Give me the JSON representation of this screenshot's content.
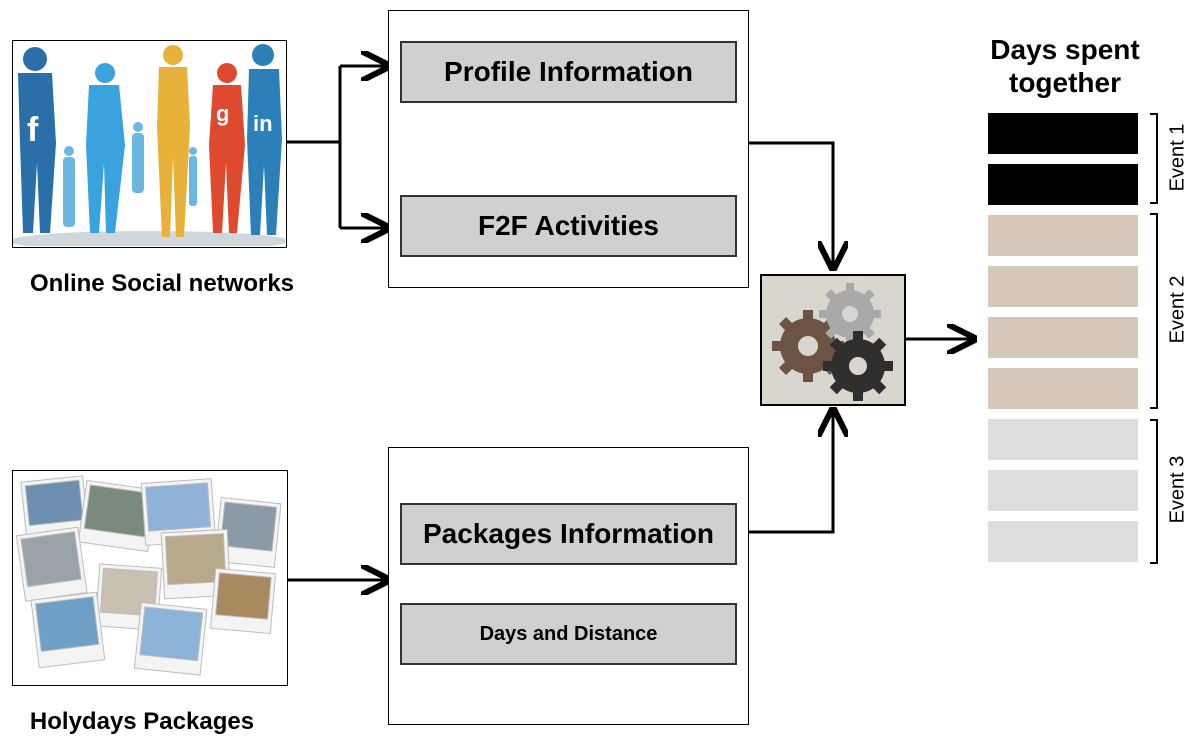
{
  "sources": {
    "social": {
      "caption": "Online Social networks",
      "icon": "social-network-people-image"
    },
    "holidays": {
      "caption": "Holydays Packages",
      "icon": "travel-photos-collage-image"
    }
  },
  "panel_top": {
    "items": [
      "Profile Information",
      "F2F Activities"
    ]
  },
  "panel_bottom": {
    "items": [
      "Packages Information",
      "Days and Distance"
    ]
  },
  "processor": {
    "icon": "gears-icon"
  },
  "output": {
    "title_line1": "Days spent",
    "title_line2": "together",
    "events": [
      {
        "label": "Event 1",
        "bars": 2,
        "color": "#000000"
      },
      {
        "label": "Event 2",
        "bars": 4,
        "color": "#d5c8b8"
      },
      {
        "label": "Event 3",
        "bars": 3,
        "color": "#dddddd"
      }
    ]
  }
}
